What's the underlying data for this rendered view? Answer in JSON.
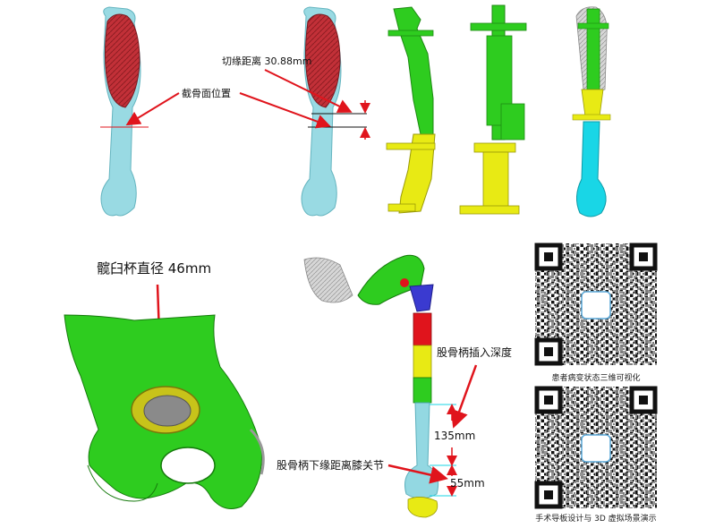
{
  "top": {
    "cut_distance_label": "切缘距离 30.88mm",
    "osteotomy_plane_label": "截骨面位置"
  },
  "acetabulum": {
    "cup_diameter_label": "髋臼杯直径 46mm"
  },
  "prosthesis": {
    "stem_depth_label": "股骨柄插入深度",
    "depth_value": "135mm",
    "stem_to_knee_label": "股骨柄下缘距离膝关节",
    "knee_value": "55mm"
  },
  "qr": {
    "caption_1": "患者病变状态三维可视化",
    "caption_2": "手术导板设计与 3D 虚拟场景演示"
  },
  "colors": {
    "bone": "#7fd3dc",
    "tumor": "#c0303a",
    "guide_green": "#2ecc1f",
    "guide_yellow": "#e8ea14",
    "arrow": "#e0141c",
    "cyan": "#19d6e6",
    "cup_gray": "#8a8a8a",
    "cup_rim": "#c8c31a",
    "blue": "#3a3ad0"
  }
}
